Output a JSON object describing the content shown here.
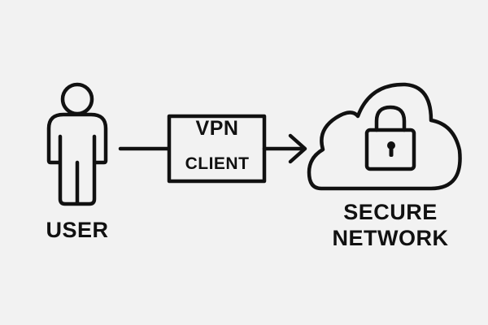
{
  "diagram": {
    "user": {
      "label": "USER",
      "icon": "person-icon"
    },
    "vpn_client": {
      "line1": "VPN",
      "line2": "CLIENT"
    },
    "network": {
      "line1": "SECURE",
      "line2": "NETWORK",
      "icon": "cloud-lock-icon"
    },
    "connections": [
      {
        "from": "user",
        "to": "vpn_client",
        "style": "line"
      },
      {
        "from": "vpn_client",
        "to": "network",
        "style": "arrow"
      }
    ],
    "colors": {
      "background": "#f2f2f2",
      "stroke": "#111111"
    }
  }
}
